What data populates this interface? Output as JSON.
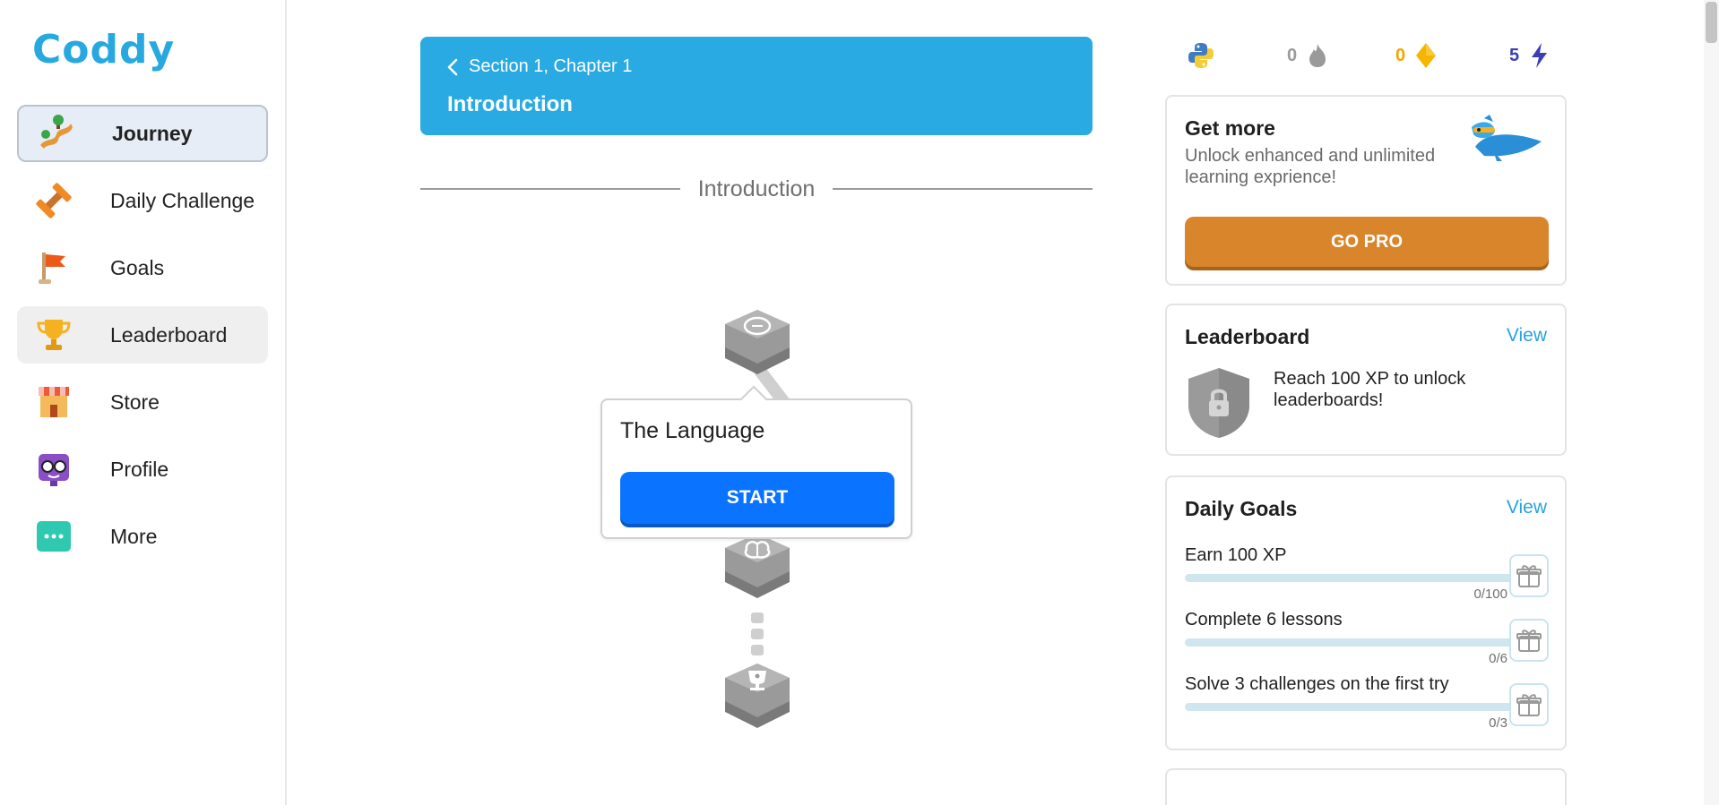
{
  "app": {
    "logo": "Coddy"
  },
  "sidebar": {
    "items": [
      {
        "label": "Journey",
        "icon": "journey-icon"
      },
      {
        "label": "Daily Challenge",
        "icon": "dumbbell-icon"
      },
      {
        "label": "Goals",
        "icon": "flag-icon"
      },
      {
        "label": "Leaderboard",
        "icon": "trophy-icon"
      },
      {
        "label": "Store",
        "icon": "store-icon"
      },
      {
        "label": "Profile",
        "icon": "profile-icon"
      },
      {
        "label": "More",
        "icon": "more-icon"
      }
    ]
  },
  "chapter": {
    "breadcrumb": "Section 1, Chapter 1",
    "title": "Introduction"
  },
  "path": {
    "section_label": "Introduction",
    "popup": {
      "title": "The Language",
      "button": "START"
    }
  },
  "stats": {
    "language_icon": "python-icon",
    "streak": "0",
    "gems": "0",
    "energy": "5"
  },
  "get_more": {
    "title": "Get more",
    "subtitle": "Unlock enhanced and unlimited learning exprience!",
    "button": "GO PRO"
  },
  "leaderboard_card": {
    "title": "Leaderboard",
    "link": "View",
    "message": "Reach 100 XP to unlock leaderboards!"
  },
  "daily_goals": {
    "title": "Daily Goals",
    "link": "View",
    "goals": [
      {
        "label": "Earn 100 XP",
        "count": "0/100",
        "progress": 0
      },
      {
        "label": "Complete 6 lessons",
        "count": "0/6",
        "progress": 0
      },
      {
        "label": "Solve 3 challenges on the first try",
        "count": "0/3",
        "progress": 0
      }
    ]
  },
  "colors": {
    "brand_blue": "#29aae2",
    "start_blue": "#0a73ff",
    "pro_orange": "#d8852c",
    "link_blue": "#27a3df"
  }
}
